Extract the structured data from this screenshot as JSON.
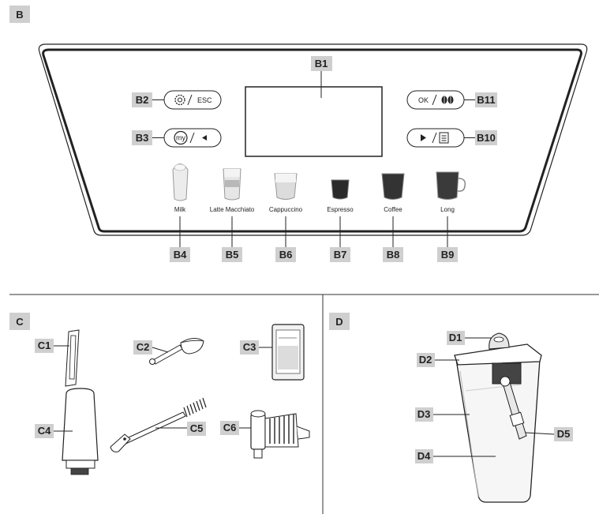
{
  "sections": {
    "b": "B",
    "c": "C",
    "d": "D"
  },
  "panel": {
    "b1": "B1",
    "b2": "B2",
    "b3": "B3",
    "b10": "B10",
    "b11": "B11",
    "esc": "ESC",
    "my": "my",
    "ok": "OK"
  },
  "drinks": [
    {
      "label": "Milk",
      "tag": "B4"
    },
    {
      "label": "Latte Macchiato",
      "tag": "B5"
    },
    {
      "label": "Cappuccino",
      "tag": "B6"
    },
    {
      "label": "Espresso",
      "tag": "B7"
    },
    {
      "label": "Coffee",
      "tag": "B8"
    },
    {
      "label": "Long",
      "tag": "B9"
    }
  ],
  "accessories": {
    "c1": "C1",
    "c2": "C2",
    "c3": "C3",
    "c4": "C4",
    "c5": "C5",
    "c6": "C6"
  },
  "milk": {
    "d1": "D1",
    "d2": "D2",
    "d3": "D3",
    "d4": "D4",
    "d5": "D5"
  }
}
